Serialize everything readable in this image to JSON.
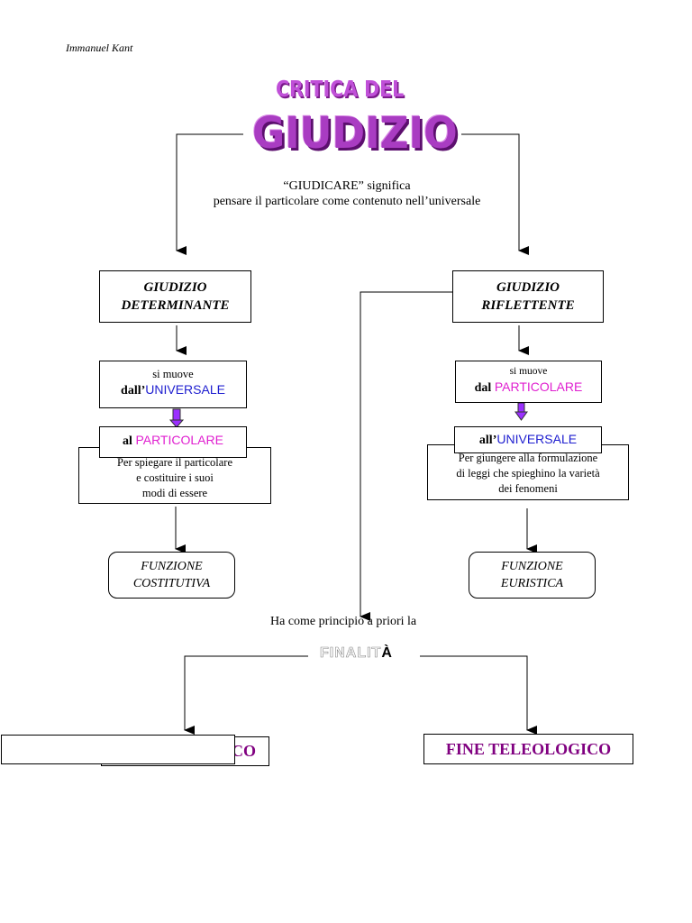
{
  "author": "Immanuel Kant",
  "title": {
    "line1": "CRITICA DEL",
    "line2": "GIUDIZIO"
  },
  "definition": {
    "line1": "“GIUDICARE” significa",
    "line2": "pensare il particolare come contenuto nell’universale"
  },
  "left": {
    "header_line1": "GIUDIZIO",
    "header_line2": "DETERMINANTE",
    "move_line1": "si muove",
    "move_prefix": "dall’",
    "move_term": "UNIVERSALE",
    "to_prefix": "al ",
    "to_term": "PARTICOLARE",
    "purpose_line1": "Per spiegare il particolare",
    "purpose_line2": "e costituire i suoi",
    "purpose_line3": "modi di essere",
    "function_line1": "FUNZIONE",
    "function_line2": "COSTITUTIVA"
  },
  "right": {
    "header_line1": "GIUDIZIO",
    "header_line2": "RIFLETTENTE",
    "move_line1": "si muove",
    "move_prefix": "dal ",
    "move_term": "PARTICOLARE",
    "to_prefix": "all’",
    "to_term": "UNIVERSALE",
    "purpose_line1": "Per giungere alla formulazione",
    "purpose_line2": "di leggi che spieghino la varietà",
    "purpose_line3": "dei fenomeni",
    "function_line1": "FUNZIONE",
    "function_line2": "EURISTICA"
  },
  "principle": "Ha come principio a priori la",
  "finality": {
    "outlined": "FINALIT",
    "bold": "À"
  },
  "ends": {
    "left_visible": "CO",
    "right": "FINE TELEOLOGICO"
  },
  "colors": {
    "title": "#a93cc2",
    "pink": "#e020d0",
    "blue": "#2020d0",
    "purple_arrow": "#9b30ff",
    "fine": "#800080"
  }
}
